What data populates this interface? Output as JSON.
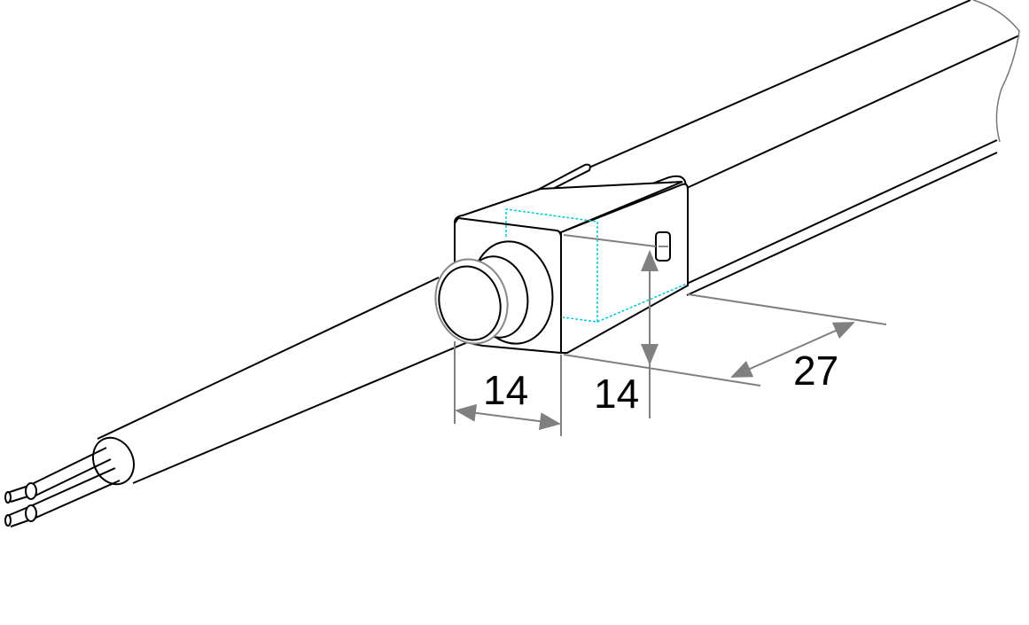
{
  "dimensions": {
    "width_label": "14",
    "height_label": "14",
    "length_label": "27"
  },
  "colors": {
    "outline": "#000000",
    "dimension": "#808080",
    "hidden_edge": "#00c8d8"
  }
}
